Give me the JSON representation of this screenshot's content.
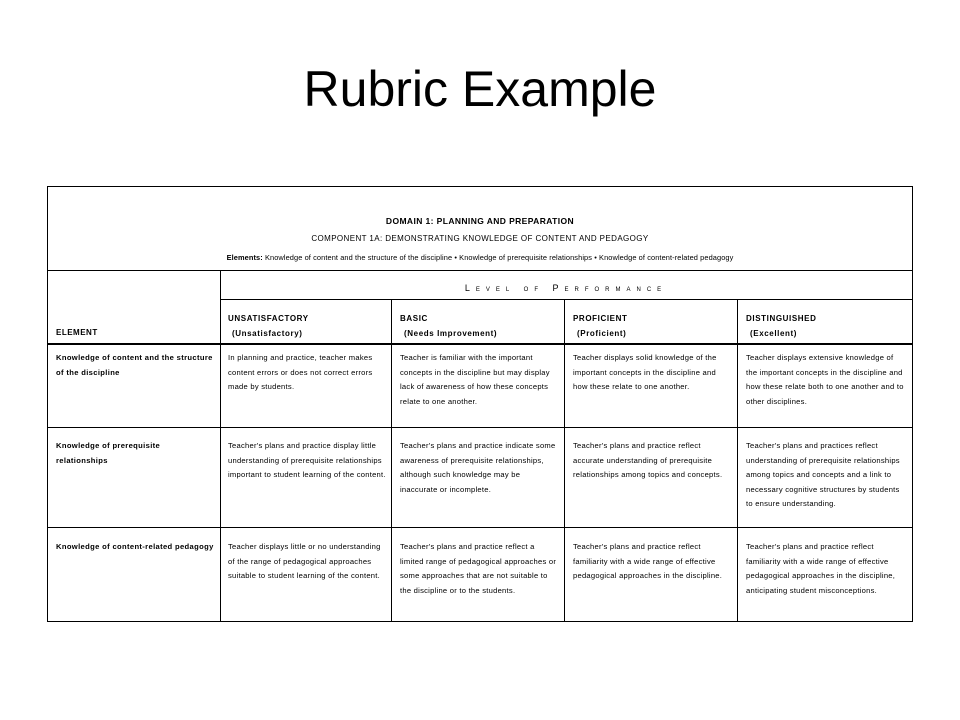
{
  "slide": {
    "title": "Rubric Example"
  },
  "rubric": {
    "domain": "DOMAIN 1: PLANNING AND PREPARATION",
    "component": "COMPONENT 1A: DEMONSTRATING KNOWLEDGE OF CONTENT AND PEDAGOGY",
    "elements_label": "Elements:",
    "elements_text": "Knowledge of content and the structure of the discipline • Knowledge of prerequisite relationships • Knowledge of content-related pedagogy",
    "element_header": "ELEMENT",
    "level_header": "Level of Performance",
    "levels": [
      {
        "label": "UNSATISFACTORY",
        "sub": "(Unsatisfactory)"
      },
      {
        "label": "BASIC",
        "sub": "(Needs Improvement)"
      },
      {
        "label": "PROFICIENT",
        "sub": "(Proficient)"
      },
      {
        "label": "DISTINGUISHED",
        "sub": "(Excellent)"
      }
    ],
    "rows": [
      {
        "element": "Knowledge of content and the structure of the discipline",
        "cells": [
          "In planning and practice, teacher makes content errors or does not correct errors made by students.",
          "Teacher is familiar with the important concepts in the discipline but may display lack of awareness of how these concepts relate to one another.",
          "Teacher displays solid knowledge of the important concepts in the discipline and how these relate to one another.",
          "Teacher displays extensive knowledge of the important concepts in the discipline and how these relate both to one another and to other disciplines."
        ]
      },
      {
        "element": "Knowledge of prerequisite relationships",
        "cells": [
          "Teacher's plans and practice display little understanding of prerequisite relationships important to student learning of the content.",
          "Teacher's plans and practice indicate some awareness of prerequisite relationships, although such knowledge may be inaccurate or incomplete.",
          "Teacher's plans and practice reflect accurate understanding of prerequisite relationships among topics and concepts.",
          "Teacher's plans and practices reflect understanding of prerequisite relationships among topics and concepts and a link to necessary cognitive structures by students to ensure understanding."
        ]
      },
      {
        "element": "Knowledge of content-related pedagogy",
        "cells": [
          "Teacher displays little or no understanding of the range of pedagogical approaches suitable to student learning of the content.",
          "Teacher's plans and practice reflect a limited range of pedagogical approaches or some approaches that are not suitable to the discipline or to the students.",
          "Teacher's plans and practice reflect familiarity with a wide range of effective pedagogical approaches in the discipline.",
          "Teacher's plans and practice reflect familiarity with a wide range of effective pedagogical approaches in the discipline, anticipating student misconceptions."
        ]
      }
    ]
  }
}
